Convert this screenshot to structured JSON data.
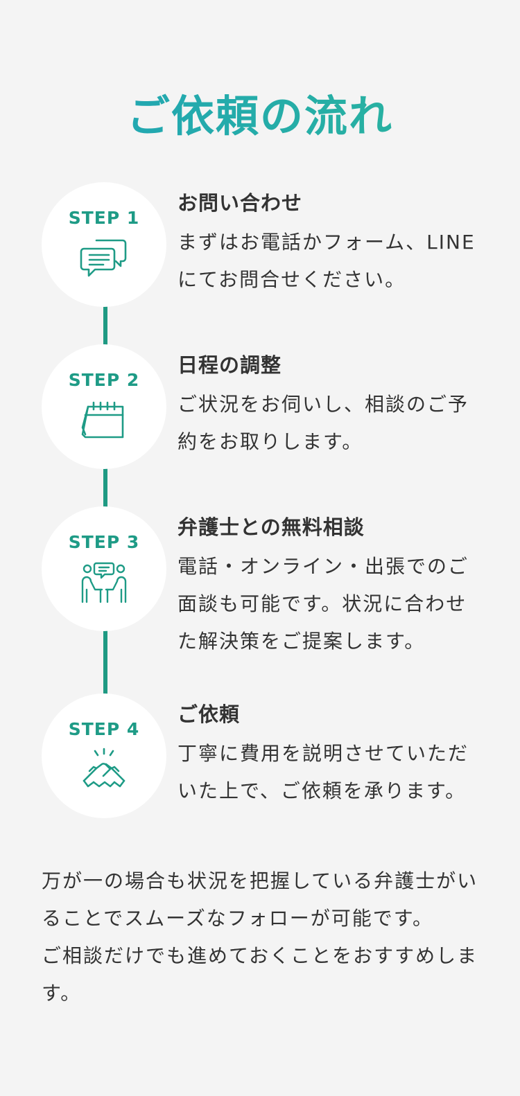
{
  "title": "ご依頼の流れ",
  "steps": [
    {
      "label": "STEP 1",
      "heading": "お問い合わせ",
      "description": "まずはお電話かフォーム、LINEにてお問合せください。",
      "icon": "chat-bubbles-icon"
    },
    {
      "label": "STEP 2",
      "heading": "日程の調整",
      "description": "ご状況をお伺いし、相談のご予約をお取りします。",
      "icon": "calendar-icon"
    },
    {
      "label": "STEP 3",
      "heading": "弁護士との無料相談",
      "description": "電話・オンライン・出張でのご面談も可能です。状況に合わせた解決策をご提案します。",
      "icon": "consultation-icon"
    },
    {
      "label": "STEP 4",
      "heading": "ご依頼",
      "description": "丁寧に費用を説明させていただいた上で、ご依頼を承ります。",
      "icon": "handshake-icon"
    }
  ],
  "footer": {
    "line1": "万が一の場合も状況を把握している弁護士がいることでスムーズなフォローが可能です。",
    "line2": "ご相談だけでも進めておくことをおすすめします。"
  },
  "colors": {
    "accent": "#1e9b86",
    "title_gradient_start": "#1fa3b8",
    "title_gradient_end": "#2bb59a",
    "background": "#f4f4f4",
    "circle": "#ffffff",
    "text": "#333333"
  }
}
